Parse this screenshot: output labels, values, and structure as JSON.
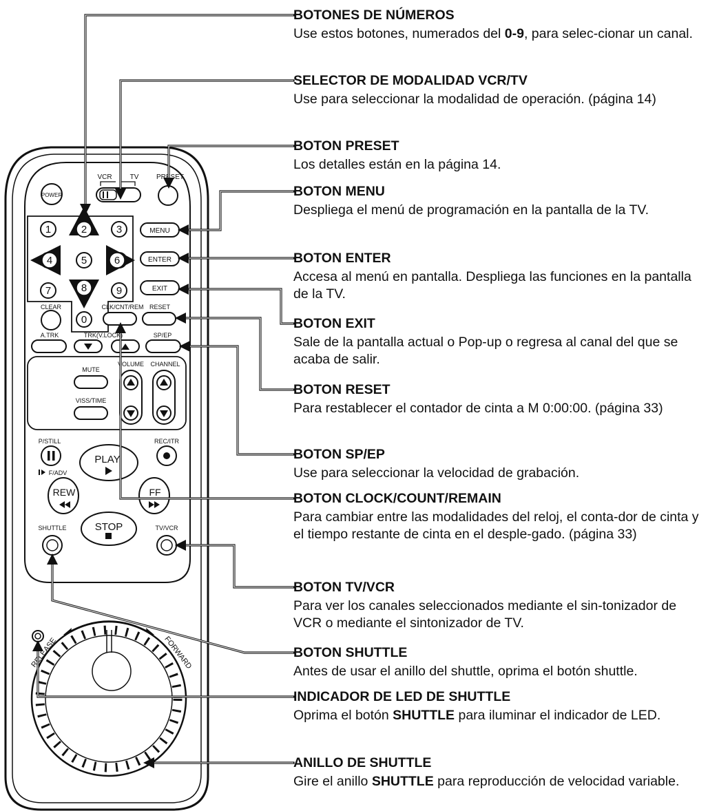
{
  "remote": {
    "labels": {
      "power": "POWER",
      "vcr": "VCR",
      "tv": "TV",
      "preset": "PRESET",
      "menu": "MENU",
      "enter": "ENTER",
      "exit": "EXIT",
      "clear": "CLEAR",
      "clk_cnt_rem": "CLK/CNT/REM",
      "reset": "RESET",
      "a_trk": "A.TRK",
      "trk_vlock": "TRK(V.LOCK)",
      "sp_ep": "SP/EP",
      "mute": "MUTE",
      "volume": "VOLUME",
      "channel": "CHANNEL",
      "viss_time": "VISS/TIME",
      "p_still": "P/STILL",
      "rec_itr": "REC/ITR",
      "f_adv": "F/ADV",
      "play": "PLAY",
      "rew": "REW",
      "ff": "FF",
      "stop": "STOP",
      "shuttle": "SHUTTLE",
      "tv_vcr": "TV/VCR",
      "release": "RELEASE",
      "forward": "FORWARD"
    },
    "digits": [
      "0",
      "1",
      "2",
      "3",
      "4",
      "5",
      "6",
      "7",
      "8",
      "9"
    ]
  },
  "annotations": [
    {
      "title": "BOTONES DE NÚMEROS",
      "body": [
        "Use estos botones, numerados del ",
        {
          "b": "0-9"
        },
        ", para selec-cionar un canal."
      ]
    },
    {
      "title": "SELECTOR DE MODALIDAD VCR/TV",
      "body": [
        "Use para seleccionar la modalidad de operación. (página 14)"
      ]
    },
    {
      "title": "BOTON PRESET",
      "body": [
        "Los detalles están en la página 14."
      ]
    },
    {
      "title": "BOTON MENU",
      "body": [
        "Despliega el menú de programación en la pantalla de la TV."
      ]
    },
    {
      "title": "BOTON ENTER",
      "body": [
        "Accesa al menú en pantalla. Despliega las funciones en la pantalla de la TV."
      ]
    },
    {
      "title": "BOTON EXIT",
      "body": [
        "Sale de la pantalla actual o Pop-up o regresa al canal del que se acaba de salir."
      ]
    },
    {
      "title": "BOTON RESET",
      "body": [
        "Para restablecer el contador de cinta a M 0:00:00. (página 33)"
      ]
    },
    {
      "title": "BOTON SP/EP",
      "body": [
        "Use para seleccionar la velocidad de grabación."
      ]
    },
    {
      "title": "BOTON CLOCK/COUNT/REMAIN",
      "body": [
        "Para cambiar entre las modalidades del reloj, el conta-dor de cinta y el tiempo restante de cinta en el desple-gado. (página 33)"
      ]
    },
    {
      "title": "BOTON TV/VCR",
      "body": [
        "Para ver los canales seleccionados mediante el sin-tonizador de VCR o mediante el sintonizador de TV."
      ]
    },
    {
      "title": "BOTON SHUTTLE",
      "body": [
        "Antes de usar el anillo del shuttle, oprima el botón shuttle."
      ]
    },
    {
      "title": "INDICADOR DE LED DE SHUTTLE",
      "body": [
        "Oprima el botón ",
        {
          "b": "SHUTTLE"
        },
        " para iluminar el indicador de LED."
      ]
    },
    {
      "title": "ANILLO DE SHUTTLE",
      "body": [
        "Gire el anillo ",
        {
          "b": "SHUTTLE"
        },
        " para reproducción de velocidad variable."
      ]
    }
  ]
}
